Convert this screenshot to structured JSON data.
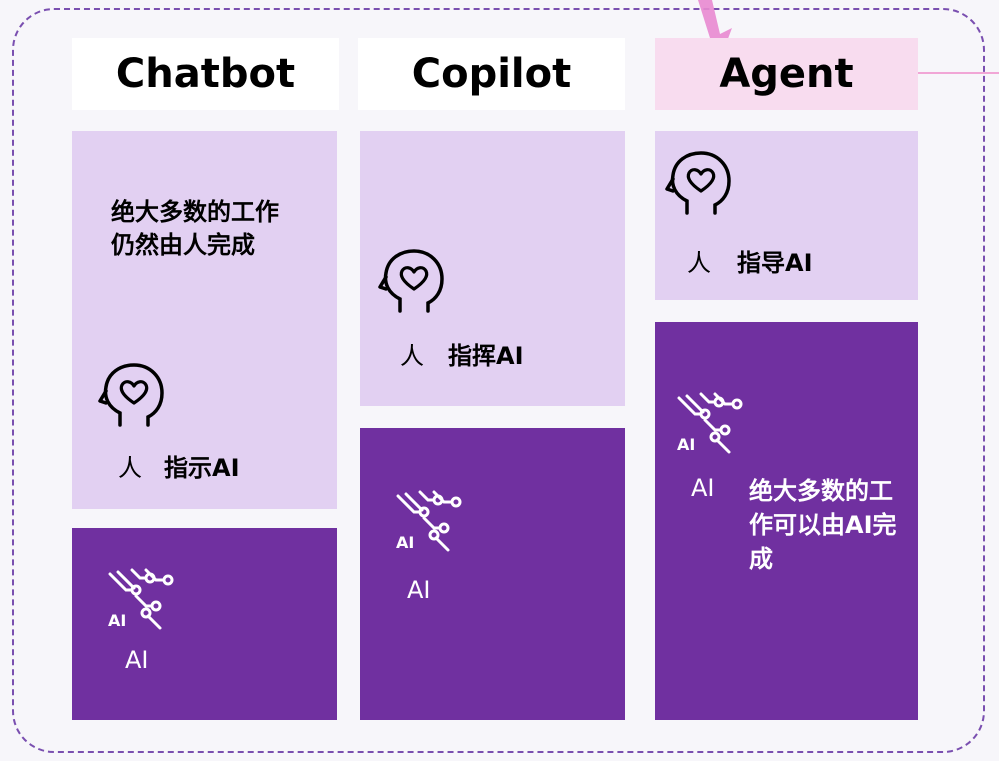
{
  "columns": [
    {
      "title": "Chatbot",
      "top_text": "绝大多数的工作\n仍然由人完成",
      "human_glyph": "人",
      "human_label": "指示AI",
      "ai_label": "AI"
    },
    {
      "title": "Copilot",
      "human_glyph": "人",
      "human_label": "指挥AI",
      "ai_label": "AI"
    },
    {
      "title": "Agent",
      "human_glyph": "人",
      "human_label": "指导AI",
      "ai_label": "AI",
      "ai_text": "绝大多数的工\n作可以由AI完\n成"
    }
  ],
  "colors": {
    "light_panel": "#e2d0f2",
    "dark_panel": "#7030a0",
    "active_header": "#f8dcef",
    "border": "#7a4fb0",
    "arrow": "#e88ad0"
  },
  "icons": [
    "head-heart-icon",
    "ai-circuit-icon",
    "down-arrow-icon"
  ]
}
